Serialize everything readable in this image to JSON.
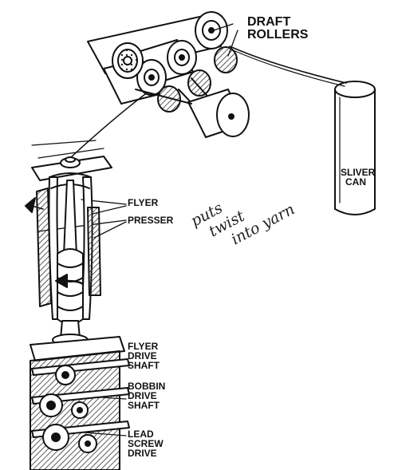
{
  "labels": {
    "draft_rollers": [
      "DRAFT",
      "ROLLERS"
    ],
    "sliver_can": [
      "SLIVER",
      "CAN"
    ],
    "flyer": "FLYER",
    "presser": "PRESSER",
    "flyer_drive_shaft": [
      "FLYER",
      "DRIVE",
      "SHAFT"
    ],
    "bobbin_drive_shaft": [
      "BOBBIN",
      "DRIVE",
      "SHAFT"
    ],
    "lead_screw_drive": [
      "LEAD",
      "SCREW",
      "DRIVE"
    ]
  },
  "annotation": [
    "puts",
    "twist",
    "into yarn"
  ],
  "colors": {
    "ink": "#111111",
    "paper": "#ffffff",
    "hatch": "#333333"
  }
}
